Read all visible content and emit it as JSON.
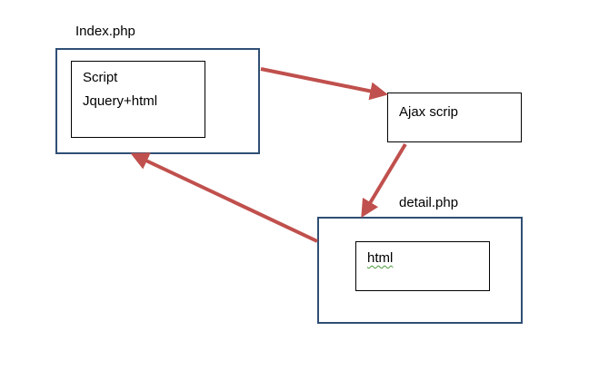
{
  "colors": {
    "outer_border": "#2f4f74",
    "inner_border": "#000000",
    "arrow": "#c0504d"
  },
  "index": {
    "title": "Index.php",
    "inner_lines": [
      "Script",
      "Jquery+html"
    ]
  },
  "ajax": {
    "label": "Ajax scrip"
  },
  "detail": {
    "title": "detail.php",
    "inner_text": "html"
  }
}
